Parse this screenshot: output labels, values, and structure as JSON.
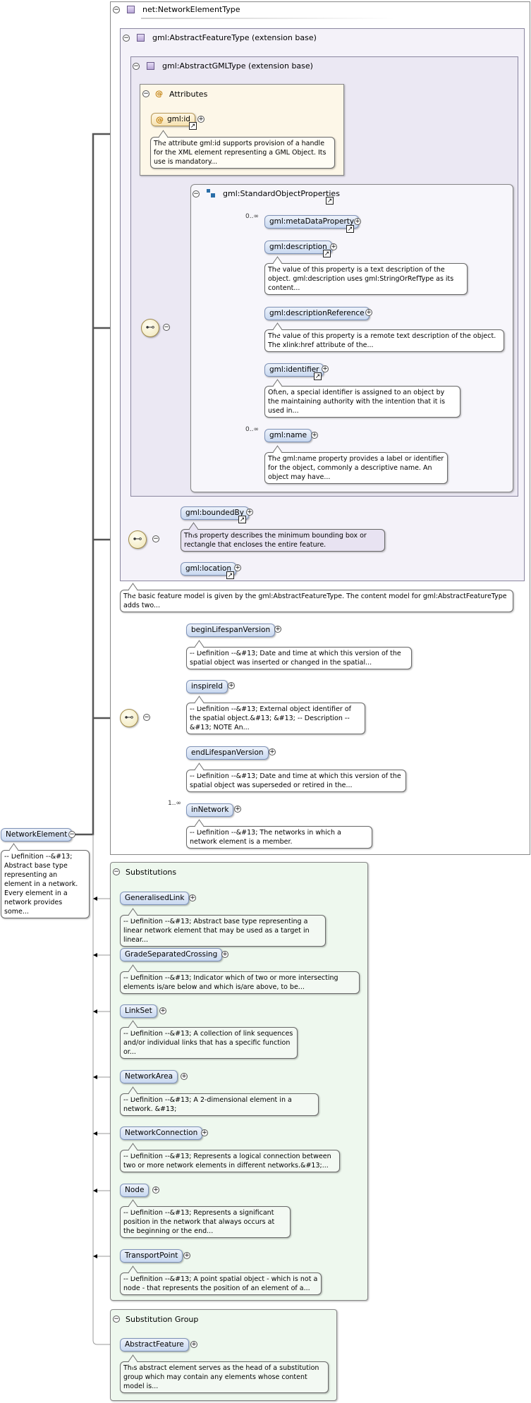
{
  "complex_type": {
    "name": "net:NetworkElementType"
  },
  "abstract_feature_type": {
    "name": "gml:AbstractFeatureType (extension base)"
  },
  "abstract_gml_type": {
    "name": "gml:AbstractGMLType (extension base)"
  },
  "attributes": {
    "title": "Attributes",
    "id": {
      "name": "gml:id",
      "doc": "The attribute gml:id supports provision of a handle for the XML element representing a GML Object. Its use is mandatory..."
    }
  },
  "standard_object_properties": {
    "name": "gml:StandardObjectProperties",
    "elements": [
      {
        "name": "gml:metaDataProperty",
        "occ": "0..∞",
        "doc": ""
      },
      {
        "name": "gml:description",
        "occ": "",
        "doc": "The value of this property is a text description of the object. gml:description uses gml:StringOrRefType as its content..."
      },
      {
        "name": "gml:descriptionReference",
        "occ": "",
        "doc": "The value of this property is a remote text description of the object. The xlink:href attribute of the..."
      },
      {
        "name": "gml:identifier",
        "occ": "",
        "doc": "Often, a special identifier is assigned to an object by the maintaining authority with the intention that it is used in..."
      },
      {
        "name": "gml:name",
        "occ": "0..∞",
        "doc": "The gml:name property provides a label or identifier for the object, commonly a descriptive name. An object may have..."
      }
    ]
  },
  "feature_props": {
    "bounded_by": {
      "name": "gml:boundedBy",
      "doc": "This property describes the minimum bounding box or rectangle that encloses the entire feature."
    },
    "location": {
      "name": "gml:location"
    }
  },
  "feature_type_doc": "The basic feature model is given by the gml:AbstractFeatureType. The content model for gml:AbstractFeatureType adds two...",
  "network_elements": [
    {
      "name": "beginLifespanVersion",
      "occ": "",
      "doc": "-- Definition --&#13; Date and time at which this version of the spatial object was inserted or changed in the spatial..."
    },
    {
      "name": "inspireId",
      "occ": "",
      "doc": "-- Definition --&#13; External object identifier of the spatial object.&#13; &#13; -- Description --&#13; NOTE An..."
    },
    {
      "name": "endLifespanVersion",
      "occ": "",
      "doc": "-- Definition --&#13; Date and time at which this version of the spatial object was superseded or retired in the..."
    },
    {
      "name": "inNetwork",
      "occ": "1..∞",
      "doc": "-- Definition --&#13; The networks in which a network element is a member."
    }
  ],
  "root": {
    "name": "NetworkElement",
    "doc": "-- Definition --&#13; Abstract base type representing an element in a network. Every element in a network provides some..."
  },
  "substitutions": {
    "title": "Substitutions",
    "items": [
      {
        "name": "GeneralisedLink",
        "doc": "-- Definition --&#13; Abstract base type representing a linear network element that may be used as a target in linear..."
      },
      {
        "name": "GradeSeparatedCrossing",
        "doc": "-- Definition --&#13; Indicator which of two or more intersecting elements is/are below and which is/are above, to be..."
      },
      {
        "name": "LinkSet",
        "doc": "-- Definition --&#13; A collection of link sequences and/or individual links that has a specific function or..."
      },
      {
        "name": "NetworkArea",
        "doc": "-- Definition --&#13; A 2-dimensional element in a network. &#13;"
      },
      {
        "name": "NetworkConnection",
        "doc": "-- Definition --&#13; Represents a logical connection between two or more network elements in different networks.&#13;..."
      },
      {
        "name": "Node",
        "doc": "-- Definition --&#13; Represents a significant position in the network that always occurs at the beginning or the end..."
      },
      {
        "name": "TransportPoint",
        "doc": "-- Definition --&#13; A point spatial object - which is not a node - that represents the position of an element of a..."
      }
    ]
  },
  "substitution_group": {
    "title": "Substitution Group",
    "item": {
      "name": "AbstractFeature",
      "doc": "This abstract element serves as the head of a substitution group which may contain any elements whose content model is..."
    }
  },
  "symbols": {
    "plus": "+",
    "minus": "−",
    "link": "↗",
    "sequence": "⊷",
    "attribute": "@"
  },
  "colors": {
    "element_fill": "#c8d8f0",
    "attribute_box": "#fdf8ea",
    "substitution_box": "#eef8ee",
    "type_box": "#f3f1f8"
  }
}
